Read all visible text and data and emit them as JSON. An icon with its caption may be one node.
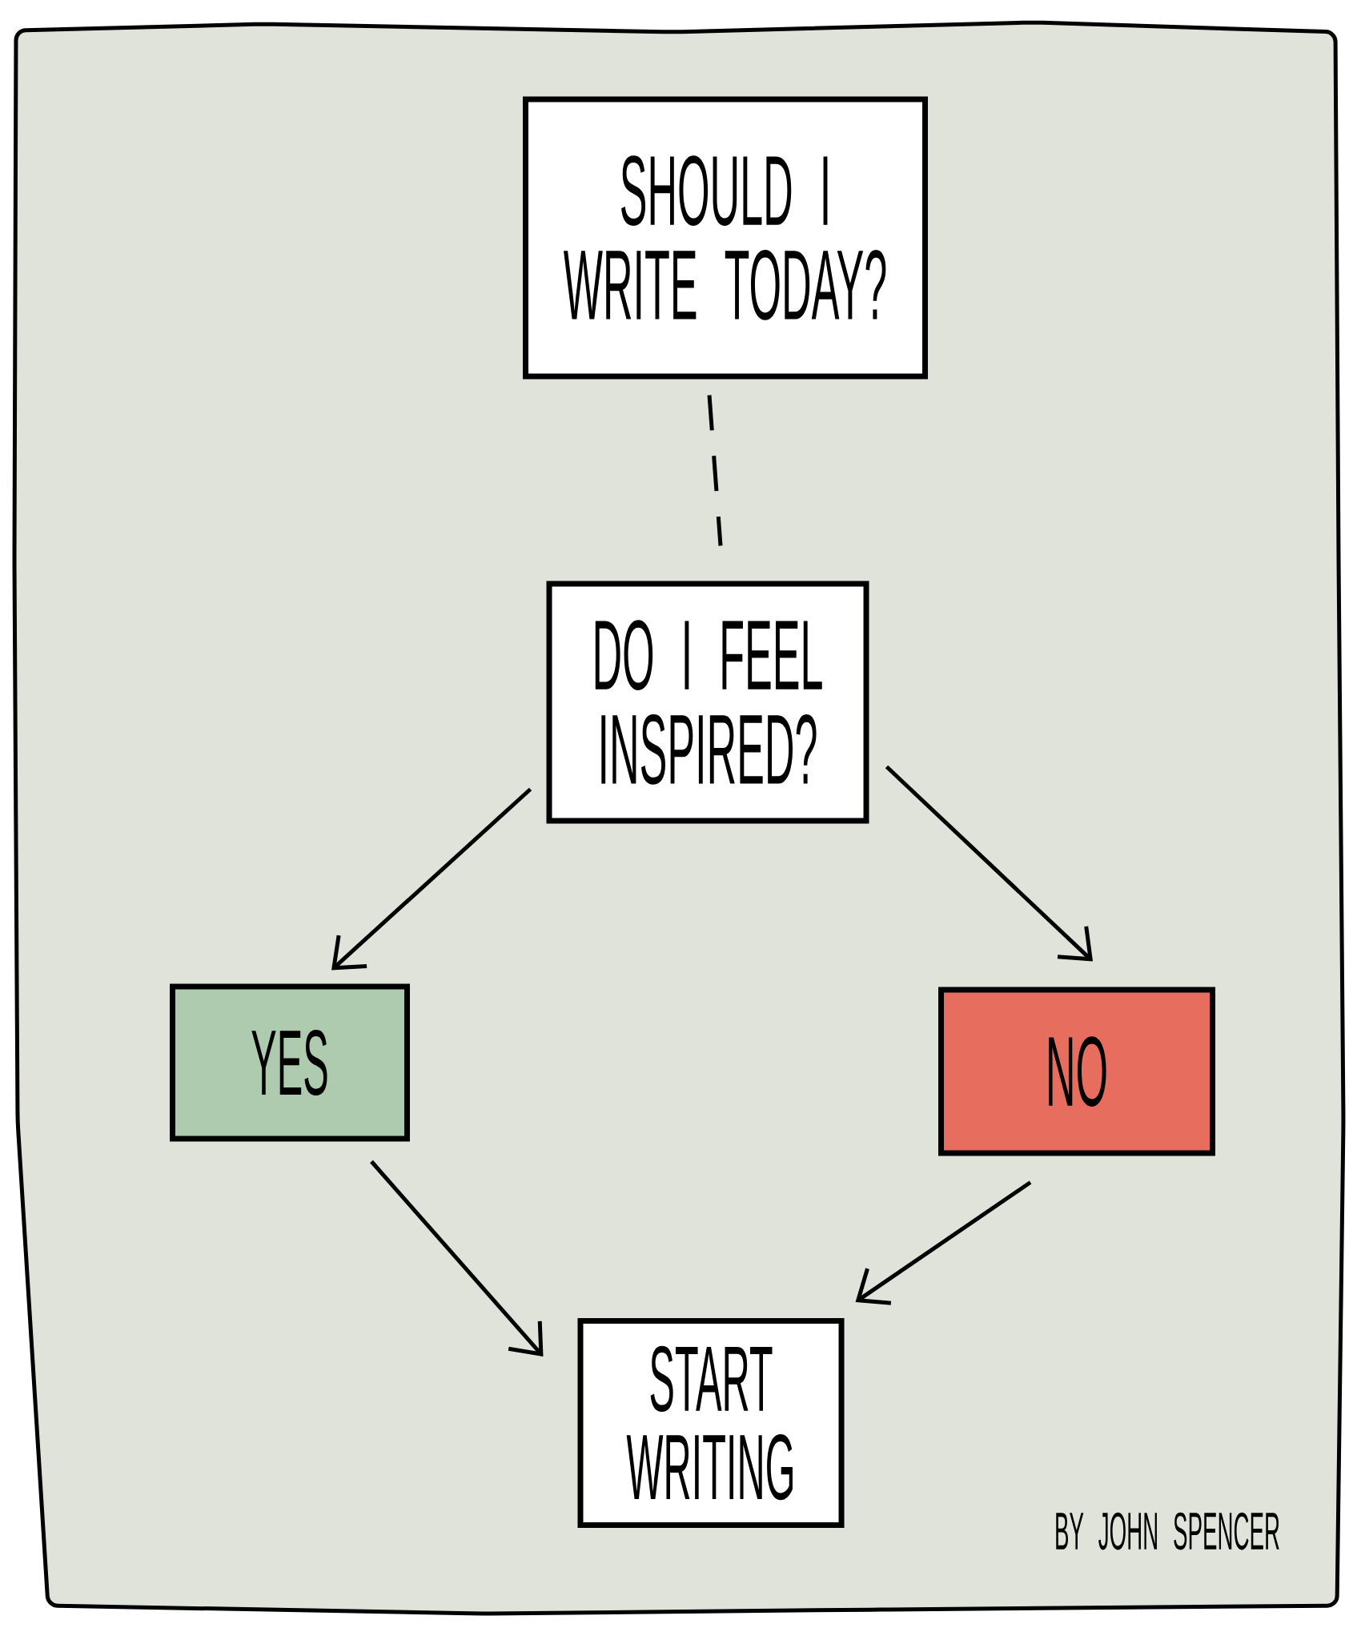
{
  "diagram": {
    "nodes": [
      {
        "text": [
          "SHOULD I WRITE TODAY?"
        ]
      },
      {
        "text": [
          "DO I FEEL INSPIRED?"
        ]
      },
      {
        "text": [
          "YES"
        ]
      },
      {
        "text": [
          "NO"
        ]
      },
      {
        "text": [
          "START WRITING"
        ]
      }
    ],
    "edges": [
      {
        "from": 0,
        "to": 1,
        "arrow": "none",
        "style": "dashed"
      },
      {
        "from": 1,
        "to": 2,
        "arrow": "to"
      },
      {
        "from": 1,
        "to": 3,
        "arrow": "to"
      },
      {
        "from": 2,
        "to": 4,
        "arrow": "to"
      },
      {
        "from": 3,
        "to": 4,
        "arrow": "to"
      }
    ],
    "labels": [
      "BY JOHN SPENCER"
    ]
  }
}
